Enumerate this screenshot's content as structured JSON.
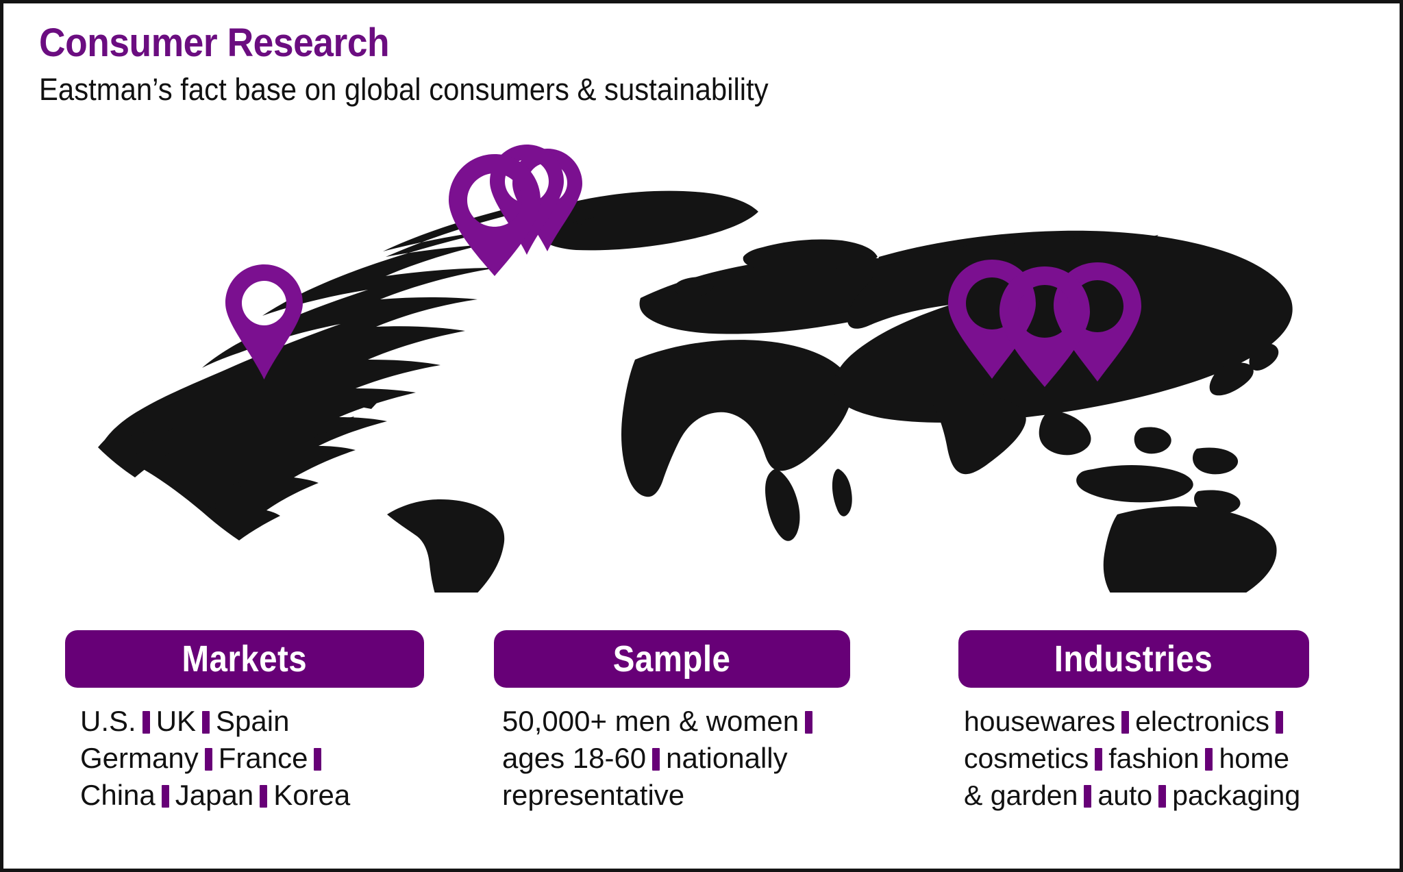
{
  "header": {
    "title": "Consumer Research",
    "subtitle": "Eastman’s fact base on global consumers & sustainability"
  },
  "colors": {
    "brand_purple": "#670077",
    "title_purple": "#6B0D80",
    "map_land": "#141414",
    "background": "#FFFFFF",
    "frame": "#141414"
  },
  "map": {
    "name": "world-map",
    "style": "stylized black silhouette, arced projection",
    "pin_clusters": [
      {
        "name": "north-america-pin",
        "count": 1,
        "region": "North America"
      },
      {
        "name": "europe-pin-cluster",
        "count": 3,
        "region": "Europe"
      },
      {
        "name": "asia-pin-cluster",
        "count": 3,
        "region": "Asia"
      }
    ]
  },
  "panels": [
    {
      "key": "markets",
      "header": "Markets",
      "items": [
        "U.S.",
        "UK",
        "Spain",
        "Germany",
        "France",
        "China",
        "Japan",
        "Korea"
      ],
      "lines": [
        [
          "U.S.",
          "UK",
          "Spain"
        ],
        [
          "Germany",
          "France"
        ],
        [
          "China",
          "Japan",
          "Korea"
        ]
      ]
    },
    {
      "key": "sample",
      "header": "Sample",
      "items": [
        "50,000+ men & women",
        "ages 18-60",
        "nationally representative"
      ],
      "lines": [
        [
          "50,000+ men & women"
        ],
        [
          "ages 18-60",
          "nationally"
        ],
        [
          "representative"
        ]
      ]
    },
    {
      "key": "industries",
      "header": "Industries",
      "items": [
        "housewares",
        "electronics",
        "cosmetics",
        "fashion",
        "home & garden",
        "auto",
        "packaging"
      ],
      "lines": [
        [
          "housewares",
          "electronics"
        ],
        [
          "cosmetics",
          "fashion",
          "home"
        ],
        [
          "& garden",
          "auto",
          "packaging"
        ]
      ]
    }
  ]
}
